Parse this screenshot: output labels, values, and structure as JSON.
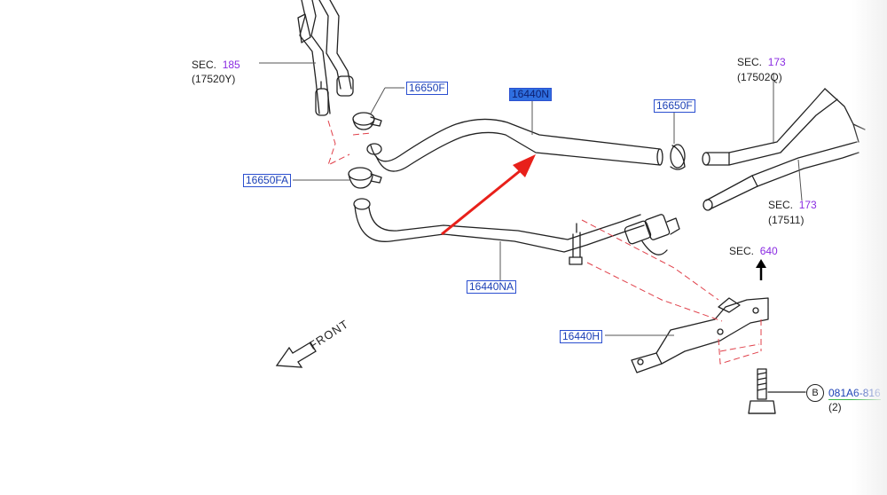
{
  "sections": {
    "sec185": {
      "prefix": "SEC.",
      "num": "185",
      "sub": "(17520Y)"
    },
    "sec173a": {
      "prefix": "SEC.",
      "num": "173",
      "sub": "(17502Q)"
    },
    "sec173b": {
      "prefix": "SEC.",
      "num": "173",
      "sub": "(17511)"
    },
    "sec640": {
      "prefix": "SEC.",
      "num": "640"
    }
  },
  "parts": {
    "p16650F_left": "16650F",
    "p16440N": "16440N",
    "p16650F_right": "16650F",
    "p16650FA": "16650FA",
    "p16440NA": "16440NA",
    "p16440H": "16440H",
    "p081A6": "081A6-816"
  },
  "bolt": {
    "marker": "B",
    "qty": "(2)"
  },
  "front_label": "FRONT",
  "colors": {
    "part_text": "#1a3fb5",
    "sec_num": "#8a2be2",
    "highlight": "#2f6fe0",
    "arrow": "#e8201a",
    "dash": "#e0404a"
  }
}
